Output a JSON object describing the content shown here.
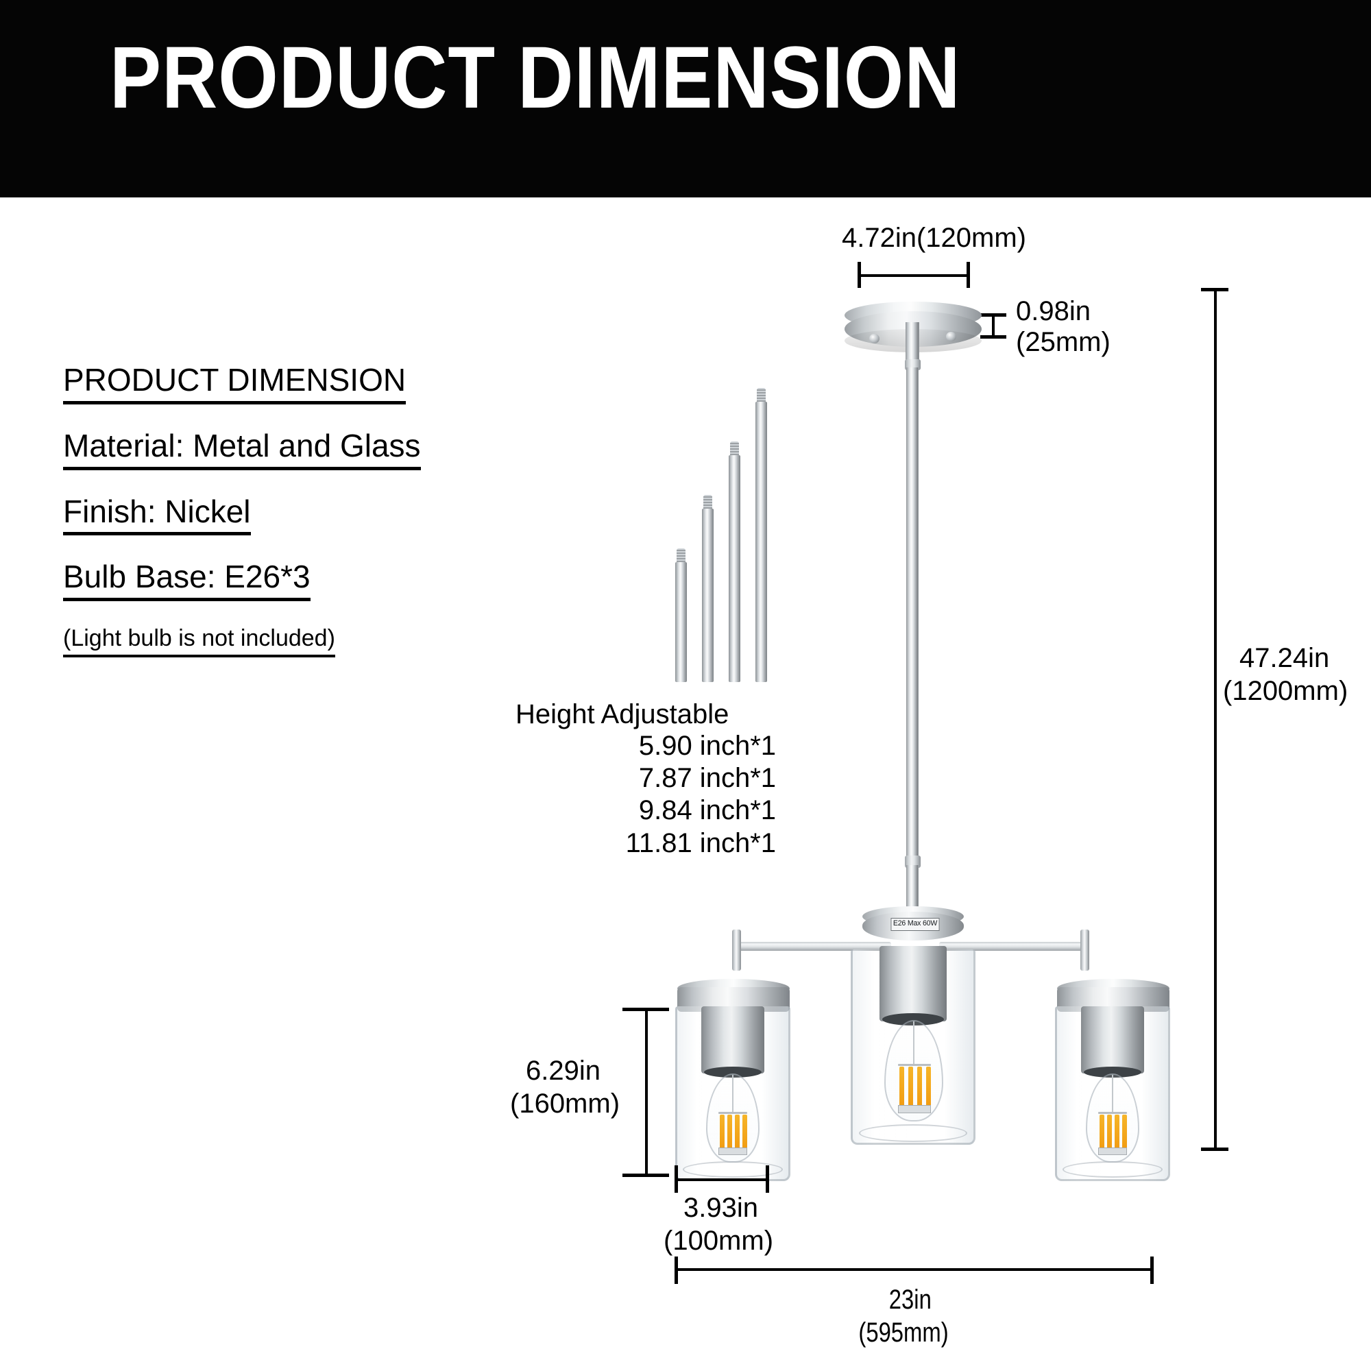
{
  "header": {
    "title": "PRODUCT DIMENSION"
  },
  "spec": {
    "heading": "PRODUCT DIMENSION",
    "material": "Material: Metal and Glass",
    "finish": "Finish: Nickel",
    "bulb_base": "Bulb Base:  E26*3",
    "note": "(Light bulb is not included)"
  },
  "adjustable": {
    "heading": "Height Adjustable",
    "rods": [
      "5.90 inch*1",
      "7.87 inch*1",
      "9.84 inch*1",
      "11.81 inch*1"
    ]
  },
  "product": {
    "socket_label": "E26 Max 60W"
  },
  "dimensions": {
    "canopy_diameter": "4.72in(120mm)",
    "canopy_height_line1": "0.98in",
    "canopy_height_line2": "(25mm)",
    "overall_height_line1": "47.24in",
    "overall_height_line2": "(1200mm)",
    "shade_height_line1": "6.29in",
    "shade_height_line2": "(160mm)",
    "shade_width_line1": "3.93in",
    "shade_width_line2": "(100mm)",
    "overall_width_line1": "23in",
    "overall_width_line2": "(595mm)"
  },
  "colors": {
    "banner_background": "#050505",
    "banner_text": "#ffffff",
    "page_background": "#ffffff",
    "line_color": "#000000",
    "nickel_light": "#fafbfb",
    "nickel_mid": "#b5babe",
    "nickel_dark": "#7c8185",
    "filament_amber": "#f2a319"
  }
}
